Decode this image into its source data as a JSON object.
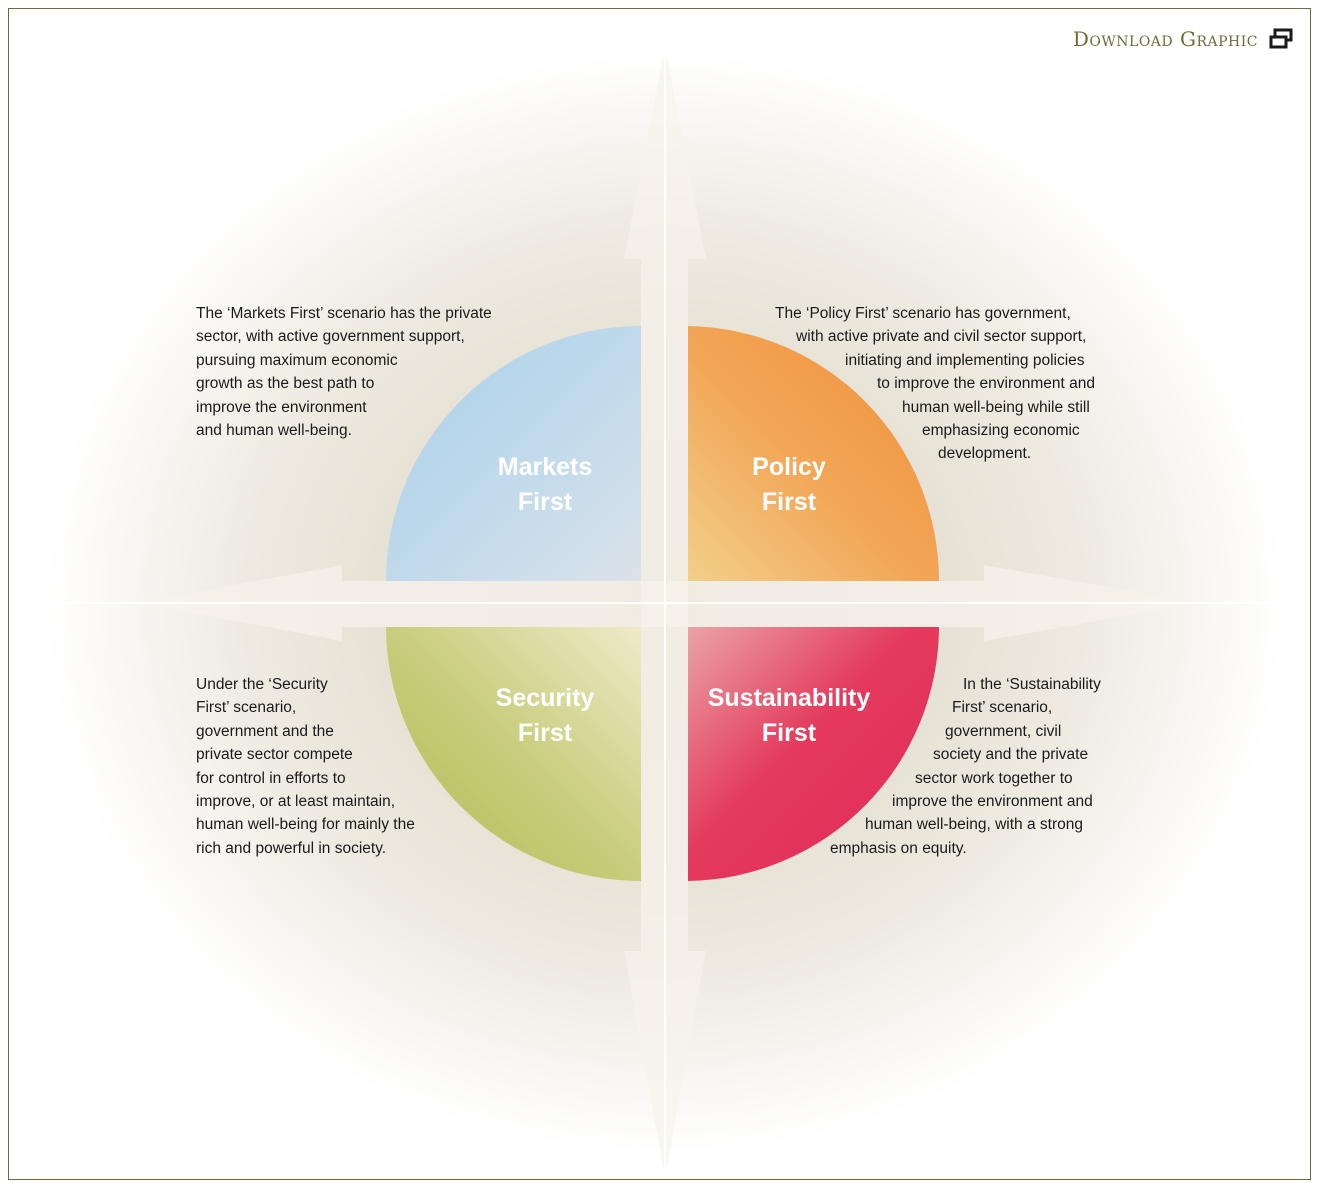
{
  "download": {
    "label": "Download Graphic",
    "icon": "window-restore-icon",
    "color": "#6b6e3a"
  },
  "quadrants": {
    "markets": {
      "title": [
        "Markets",
        "First"
      ],
      "color": "#b3d4ea",
      "description": [
        "The ‘Markets First’ scenario has the private",
        "sector, with active government support,",
        "pursuing maximum economic",
        "growth as the best path to",
        "improve the environment",
        "and human well-being."
      ]
    },
    "policy": {
      "title": [
        "Policy",
        "First"
      ],
      "color": "#f0963f",
      "description": [
        "The ‘Policy First’ scenario has government,",
        "with active private and civil sector support,",
        "initiating and implementing policies",
        "to improve the environment and",
        "human well-being while still",
        "emphasizing economic",
        "development."
      ]
    },
    "security": {
      "title": [
        "Security",
        "First"
      ],
      "color": "#b4bf5c",
      "description": [
        "Under the ‘Security",
        "First’ scenario,",
        "government and the",
        "private sector compete",
        "for control in efforts to",
        "improve, or at least maintain,",
        "human well-being for mainly the",
        "rich and powerful in society."
      ]
    },
    "sustainability": {
      "title": [
        "Sustainability",
        "First"
      ],
      "color": "#e22e58",
      "description": [
        "In the ‘Sustainability",
        "First’ scenario,",
        "government, civil",
        "society and the private",
        "sector work together to",
        "improve the environment and",
        "human well-being, with a strong",
        "emphasis on equity."
      ]
    }
  }
}
